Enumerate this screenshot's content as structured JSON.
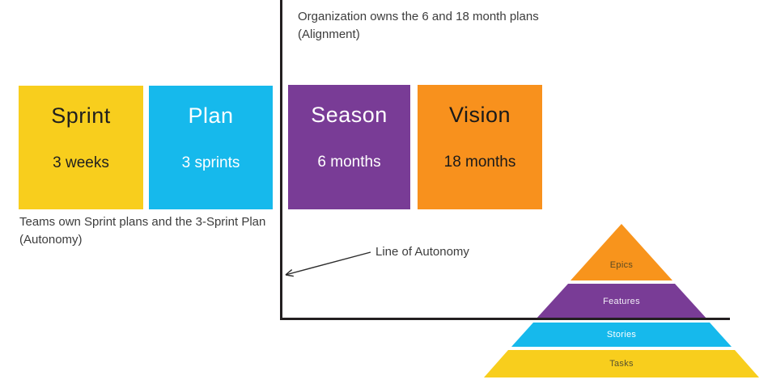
{
  "diagram": {
    "kind": "agile-planning-cadence",
    "background": "#ffffff"
  },
  "colors": {
    "yellow": "#f8ce1d",
    "cyan": "#16b9ec",
    "purple": "#793c96",
    "orange": "#f8911d",
    "line": "#231f20",
    "note_text": "#3c3c3c"
  },
  "boxes": [
    {
      "title": "Sprint",
      "subtitle": "3 weeks",
      "color": "#f8ce1d",
      "text_color": "#1f1f1f"
    },
    {
      "title": "Plan",
      "subtitle": "3 sprints",
      "color": "#16b9ec",
      "text_color": "#ffffff"
    },
    {
      "title": "Season",
      "subtitle": "6 months",
      "color": "#793c96",
      "text_color": "#ffffff"
    },
    {
      "title": "Vision",
      "subtitle": "18 months",
      "color": "#f8911d",
      "text_color": "#1a1a1a"
    }
  ],
  "annotations": {
    "alignment": {
      "line1": "Organization owns the 6 and 18 month plans",
      "line2": "(Alignment)"
    },
    "autonomy": {
      "line1": "Teams own Sprint plans and the 3-Sprint Plan",
      "line2": "(Autonomy)"
    },
    "line_label": "Line of Autonomy"
  },
  "pyramid": {
    "layers": [
      {
        "label": "Epics",
        "color": "#f8941c"
      },
      {
        "label": "Features",
        "color": "#793c96"
      },
      {
        "label": "Stories",
        "color": "#16b9ec"
      },
      {
        "label": "Tasks",
        "color": "#f8ce1d"
      }
    ]
  }
}
